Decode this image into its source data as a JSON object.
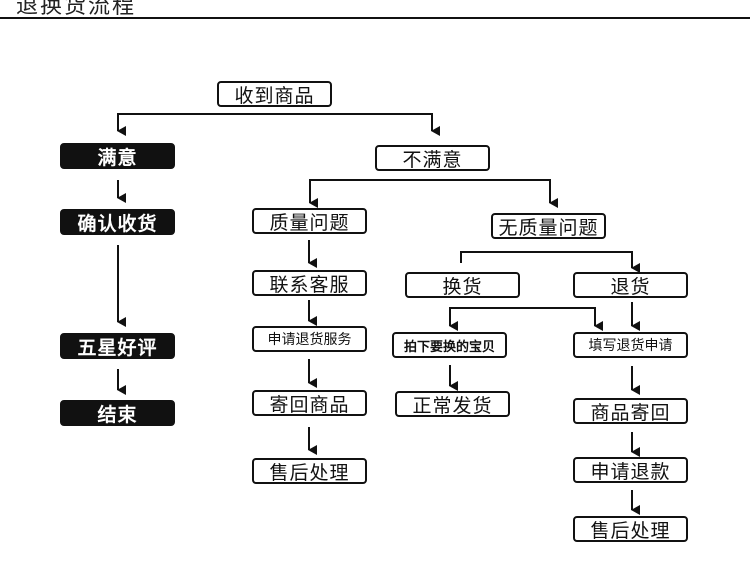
{
  "title": "退换货流程",
  "nodes": {
    "received": "收到商品",
    "satisfied": "满意",
    "unsatisfied": "不满意",
    "confirm_receipt": "确认收货",
    "five_star": "五星好评",
    "end": "结束",
    "quality_issue": "质量问题",
    "contact_service": "联系客服",
    "apply_return_service": "申请退货服务",
    "send_back": "寄回商品",
    "after_sales_1": "售后处理",
    "no_quality_issue": "无质量问题",
    "exchange": "换货",
    "return": "退货",
    "order_replacement": "拍下要换的宝贝",
    "normal_shipping": "正常发货",
    "fill_return_request": "填写退货申请",
    "goods_sent_back": "商品寄回",
    "apply_refund": "申请退款",
    "after_sales_2": "售后处理"
  }
}
